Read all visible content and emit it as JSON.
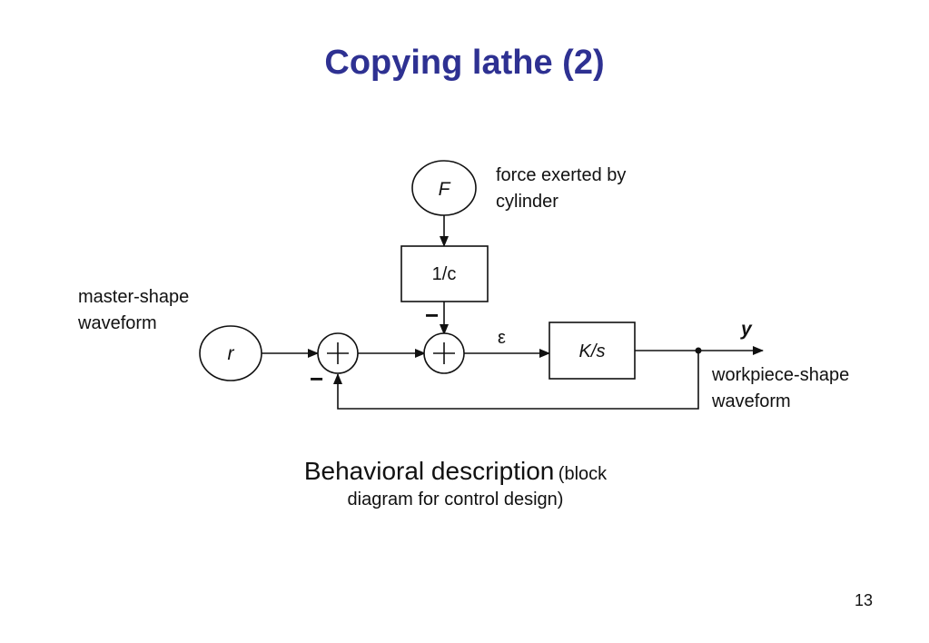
{
  "slide": {
    "title": "Copying lathe (2)",
    "page_number": "13"
  },
  "annotations": {
    "force_line1": "force exerted by",
    "force_line2": "cylinder",
    "master_line1": "master-shape",
    "master_line2": "waveform",
    "workpiece_line1": "workpiece-shape",
    "workpiece_line2": "waveform"
  },
  "diagram": {
    "input_r": "r",
    "input_F": "F",
    "block_compliance": "1/c",
    "block_integrator": "K/s",
    "signal_error": "ε",
    "output_y": "y",
    "sign_minus": "−"
  },
  "caption": {
    "main": "Behavioral description",
    "paren_open": "(block",
    "line2": "diagram for control design)"
  }
}
